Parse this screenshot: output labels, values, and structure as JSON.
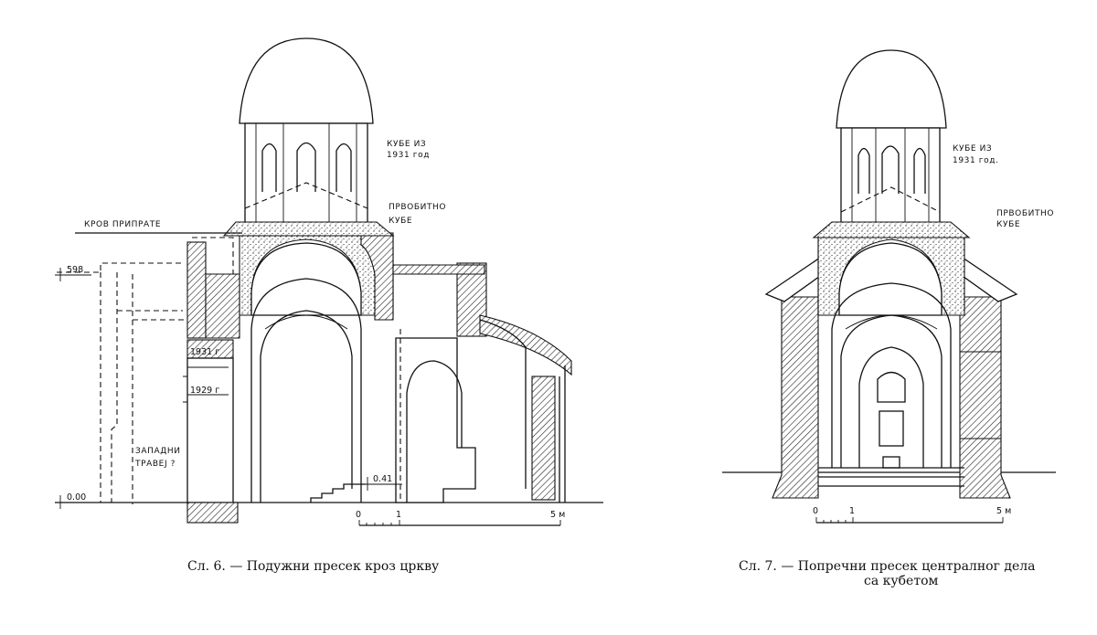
{
  "figure6": {
    "labels": {
      "dome_1931": [
        "КУБЕ ИЗ",
        "1931 год"
      ],
      "original_dome": [
        "ПРВОБИТНО",
        "КУБЕ"
      ],
      "narthex_roof": "КРОВ ПРИПРАТЕ",
      "west_bay": [
        "ЗАПАДНИ",
        "ТРАВЕЈ ?"
      ],
      "year_1931": "1931 г",
      "year_1929": "1929 г"
    },
    "levels": {
      "top": "598",
      "floor": "0.00",
      "inner": "0.41"
    },
    "scale": {
      "zero": "0",
      "one": "1",
      "five": "5 м"
    },
    "caption": "Сл. 6. — Подужни пресек кроз цркву"
  },
  "figure7": {
    "labels": {
      "dome_1931": [
        "КУБЕ ИЗ",
        "1931 год."
      ],
      "original_dome": [
        "ПРВОБИТНО",
        "КУБЕ"
      ]
    },
    "scale": {
      "zero": "0",
      "one": "1",
      "five": "5 м"
    },
    "caption_line1": "Сл. 7. — Попречни пресек централног дела",
    "caption_line2": "са кубетом"
  }
}
